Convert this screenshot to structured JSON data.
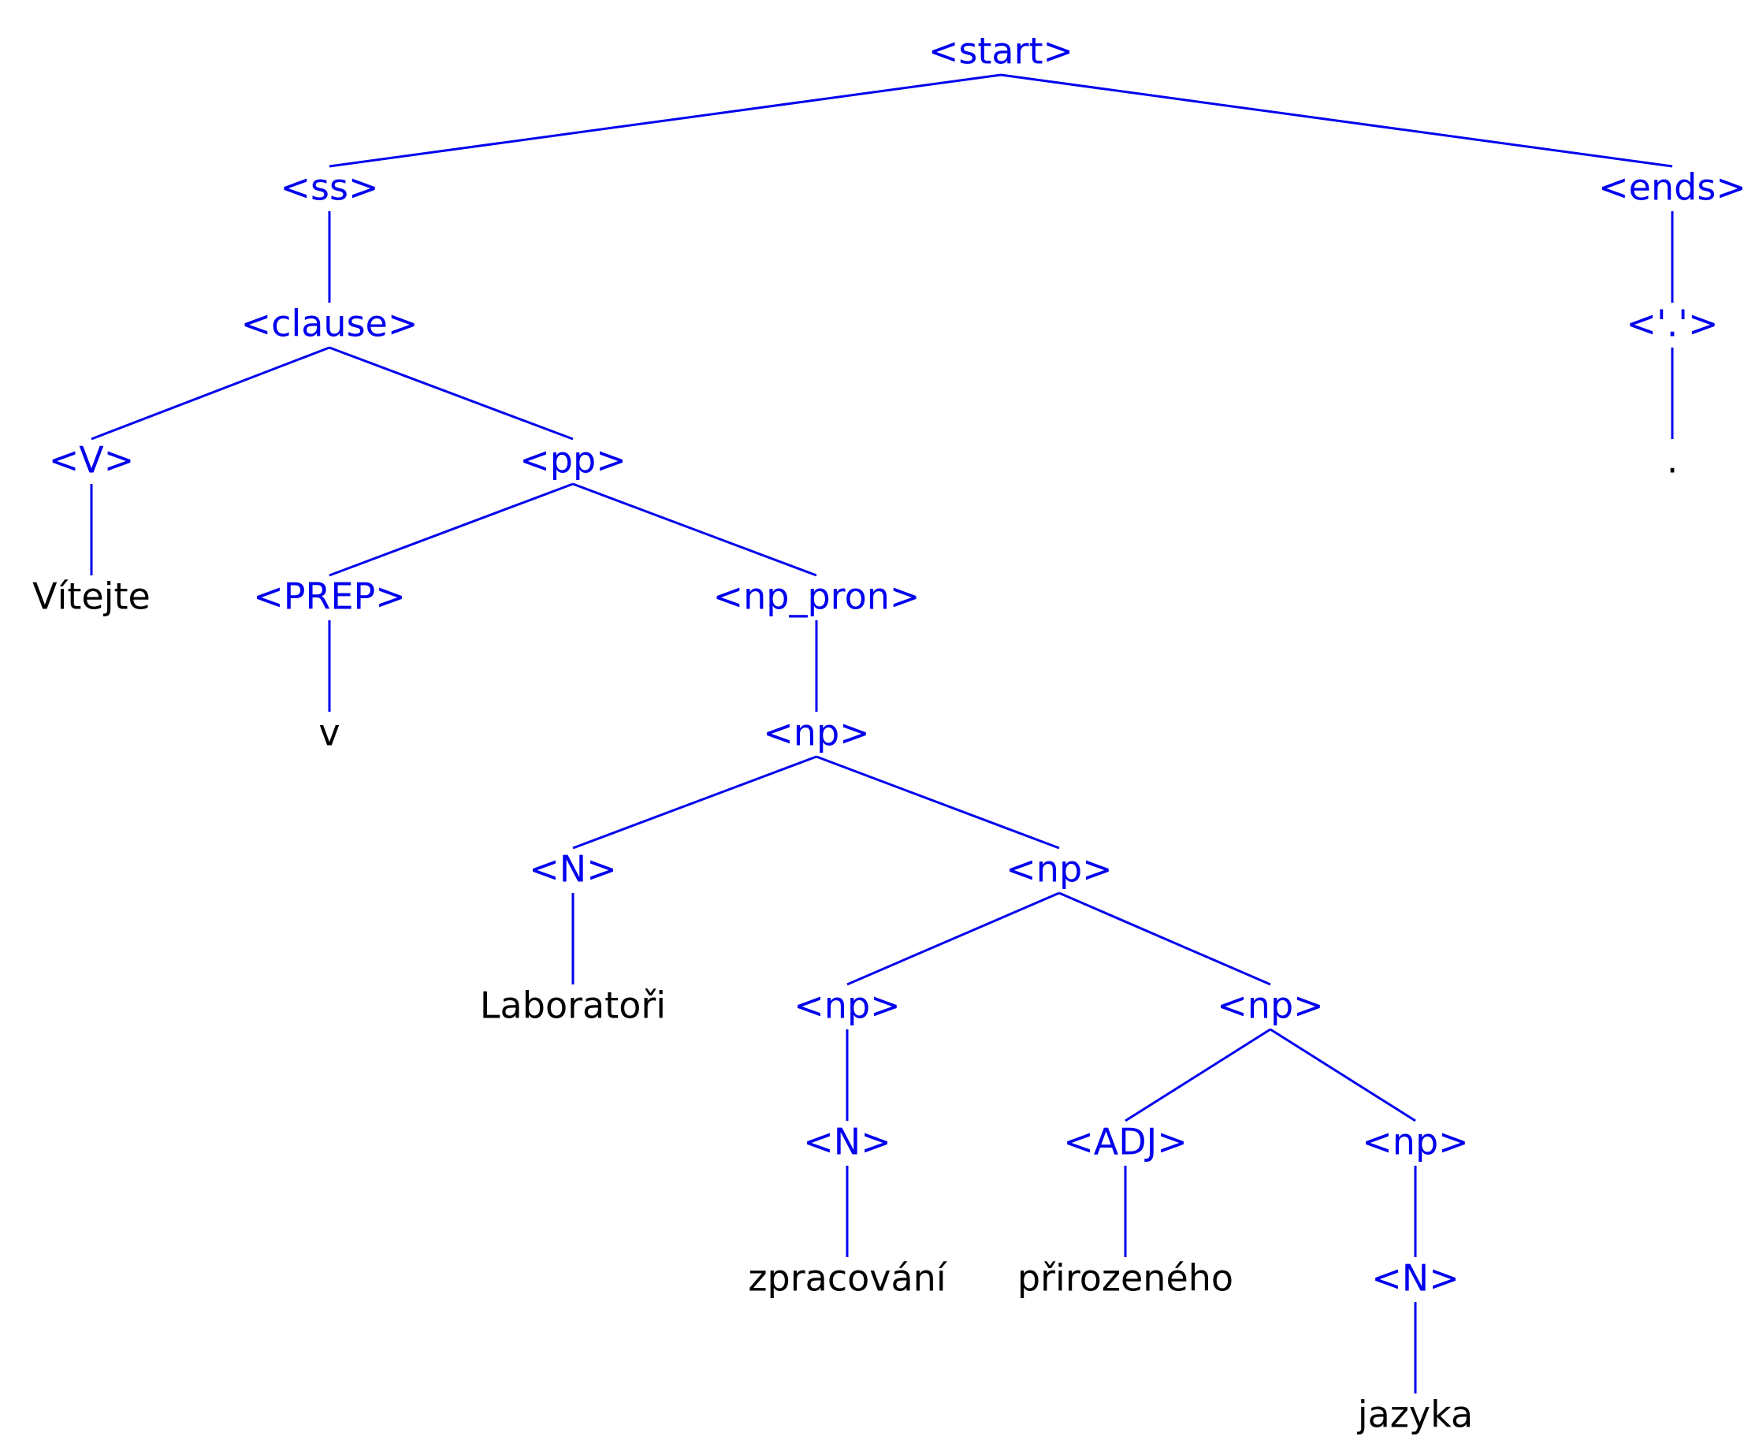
{
  "tree": {
    "colors": {
      "nonterminal": "#0000ee",
      "leaf": "#000000",
      "edge": "#0000ee"
    },
    "nodes": {
      "start": {
        "label": "<start>",
        "type": "nonterminal"
      },
      "ss": {
        "label": "<ss>",
        "type": "nonterminal"
      },
      "ends": {
        "label": "<ends>",
        "type": "nonterminal"
      },
      "clause": {
        "label": "<clause>",
        "type": "nonterminal"
      },
      "dot_nt": {
        "label": "<'.'>",
        "type": "nonterminal"
      },
      "V": {
        "label": "<V>",
        "type": "nonterminal"
      },
      "pp": {
        "label": "<pp>",
        "type": "nonterminal"
      },
      "dot": {
        "label": ".",
        "type": "leaf"
      },
      "vitejte": {
        "label": "Vítejte",
        "type": "leaf"
      },
      "PREP": {
        "label": "<PREP>",
        "type": "nonterminal"
      },
      "np_pron": {
        "label": "<np_pron>",
        "type": "nonterminal"
      },
      "v": {
        "label": "v",
        "type": "leaf"
      },
      "np1": {
        "label": "<np>",
        "type": "nonterminal"
      },
      "N1": {
        "label": "<N>",
        "type": "nonterminal"
      },
      "np2": {
        "label": "<np>",
        "type": "nonterminal"
      },
      "laboratori": {
        "label": "Laboratoři",
        "type": "leaf"
      },
      "np3": {
        "label": "<np>",
        "type": "nonterminal"
      },
      "np4": {
        "label": "<np>",
        "type": "nonterminal"
      },
      "N2": {
        "label": "<N>",
        "type": "nonterminal"
      },
      "ADJ": {
        "label": "<ADJ>",
        "type": "nonterminal"
      },
      "np5": {
        "label": "<np>",
        "type": "nonterminal"
      },
      "zpracovani": {
        "label": "zpracování",
        "type": "leaf"
      },
      "prirozeneho": {
        "label": "přirozeného",
        "type": "leaf"
      },
      "N3": {
        "label": "<N>",
        "type": "nonterminal"
      },
      "jazyka": {
        "label": "jazyka",
        "type": "leaf"
      }
    },
    "edges": [
      [
        "start",
        "ss"
      ],
      [
        "start",
        "ends"
      ],
      [
        "ss",
        "clause"
      ],
      [
        "ends",
        "dot_nt"
      ],
      [
        "dot_nt",
        "dot"
      ],
      [
        "clause",
        "V"
      ],
      [
        "clause",
        "pp"
      ],
      [
        "V",
        "vitejte"
      ],
      [
        "pp",
        "PREP"
      ],
      [
        "pp",
        "np_pron"
      ],
      [
        "PREP",
        "v"
      ],
      [
        "np_pron",
        "np1"
      ],
      [
        "np1",
        "N1"
      ],
      [
        "np1",
        "np2"
      ],
      [
        "N1",
        "laboratori"
      ],
      [
        "np2",
        "np3"
      ],
      [
        "np2",
        "np4"
      ],
      [
        "np3",
        "N2"
      ],
      [
        "N2",
        "zpracovani"
      ],
      [
        "np4",
        "ADJ"
      ],
      [
        "np4",
        "np5"
      ],
      [
        "ADJ",
        "prirozeneho"
      ],
      [
        "np5",
        "N3"
      ],
      [
        "N3",
        "jazyka"
      ]
    ]
  }
}
